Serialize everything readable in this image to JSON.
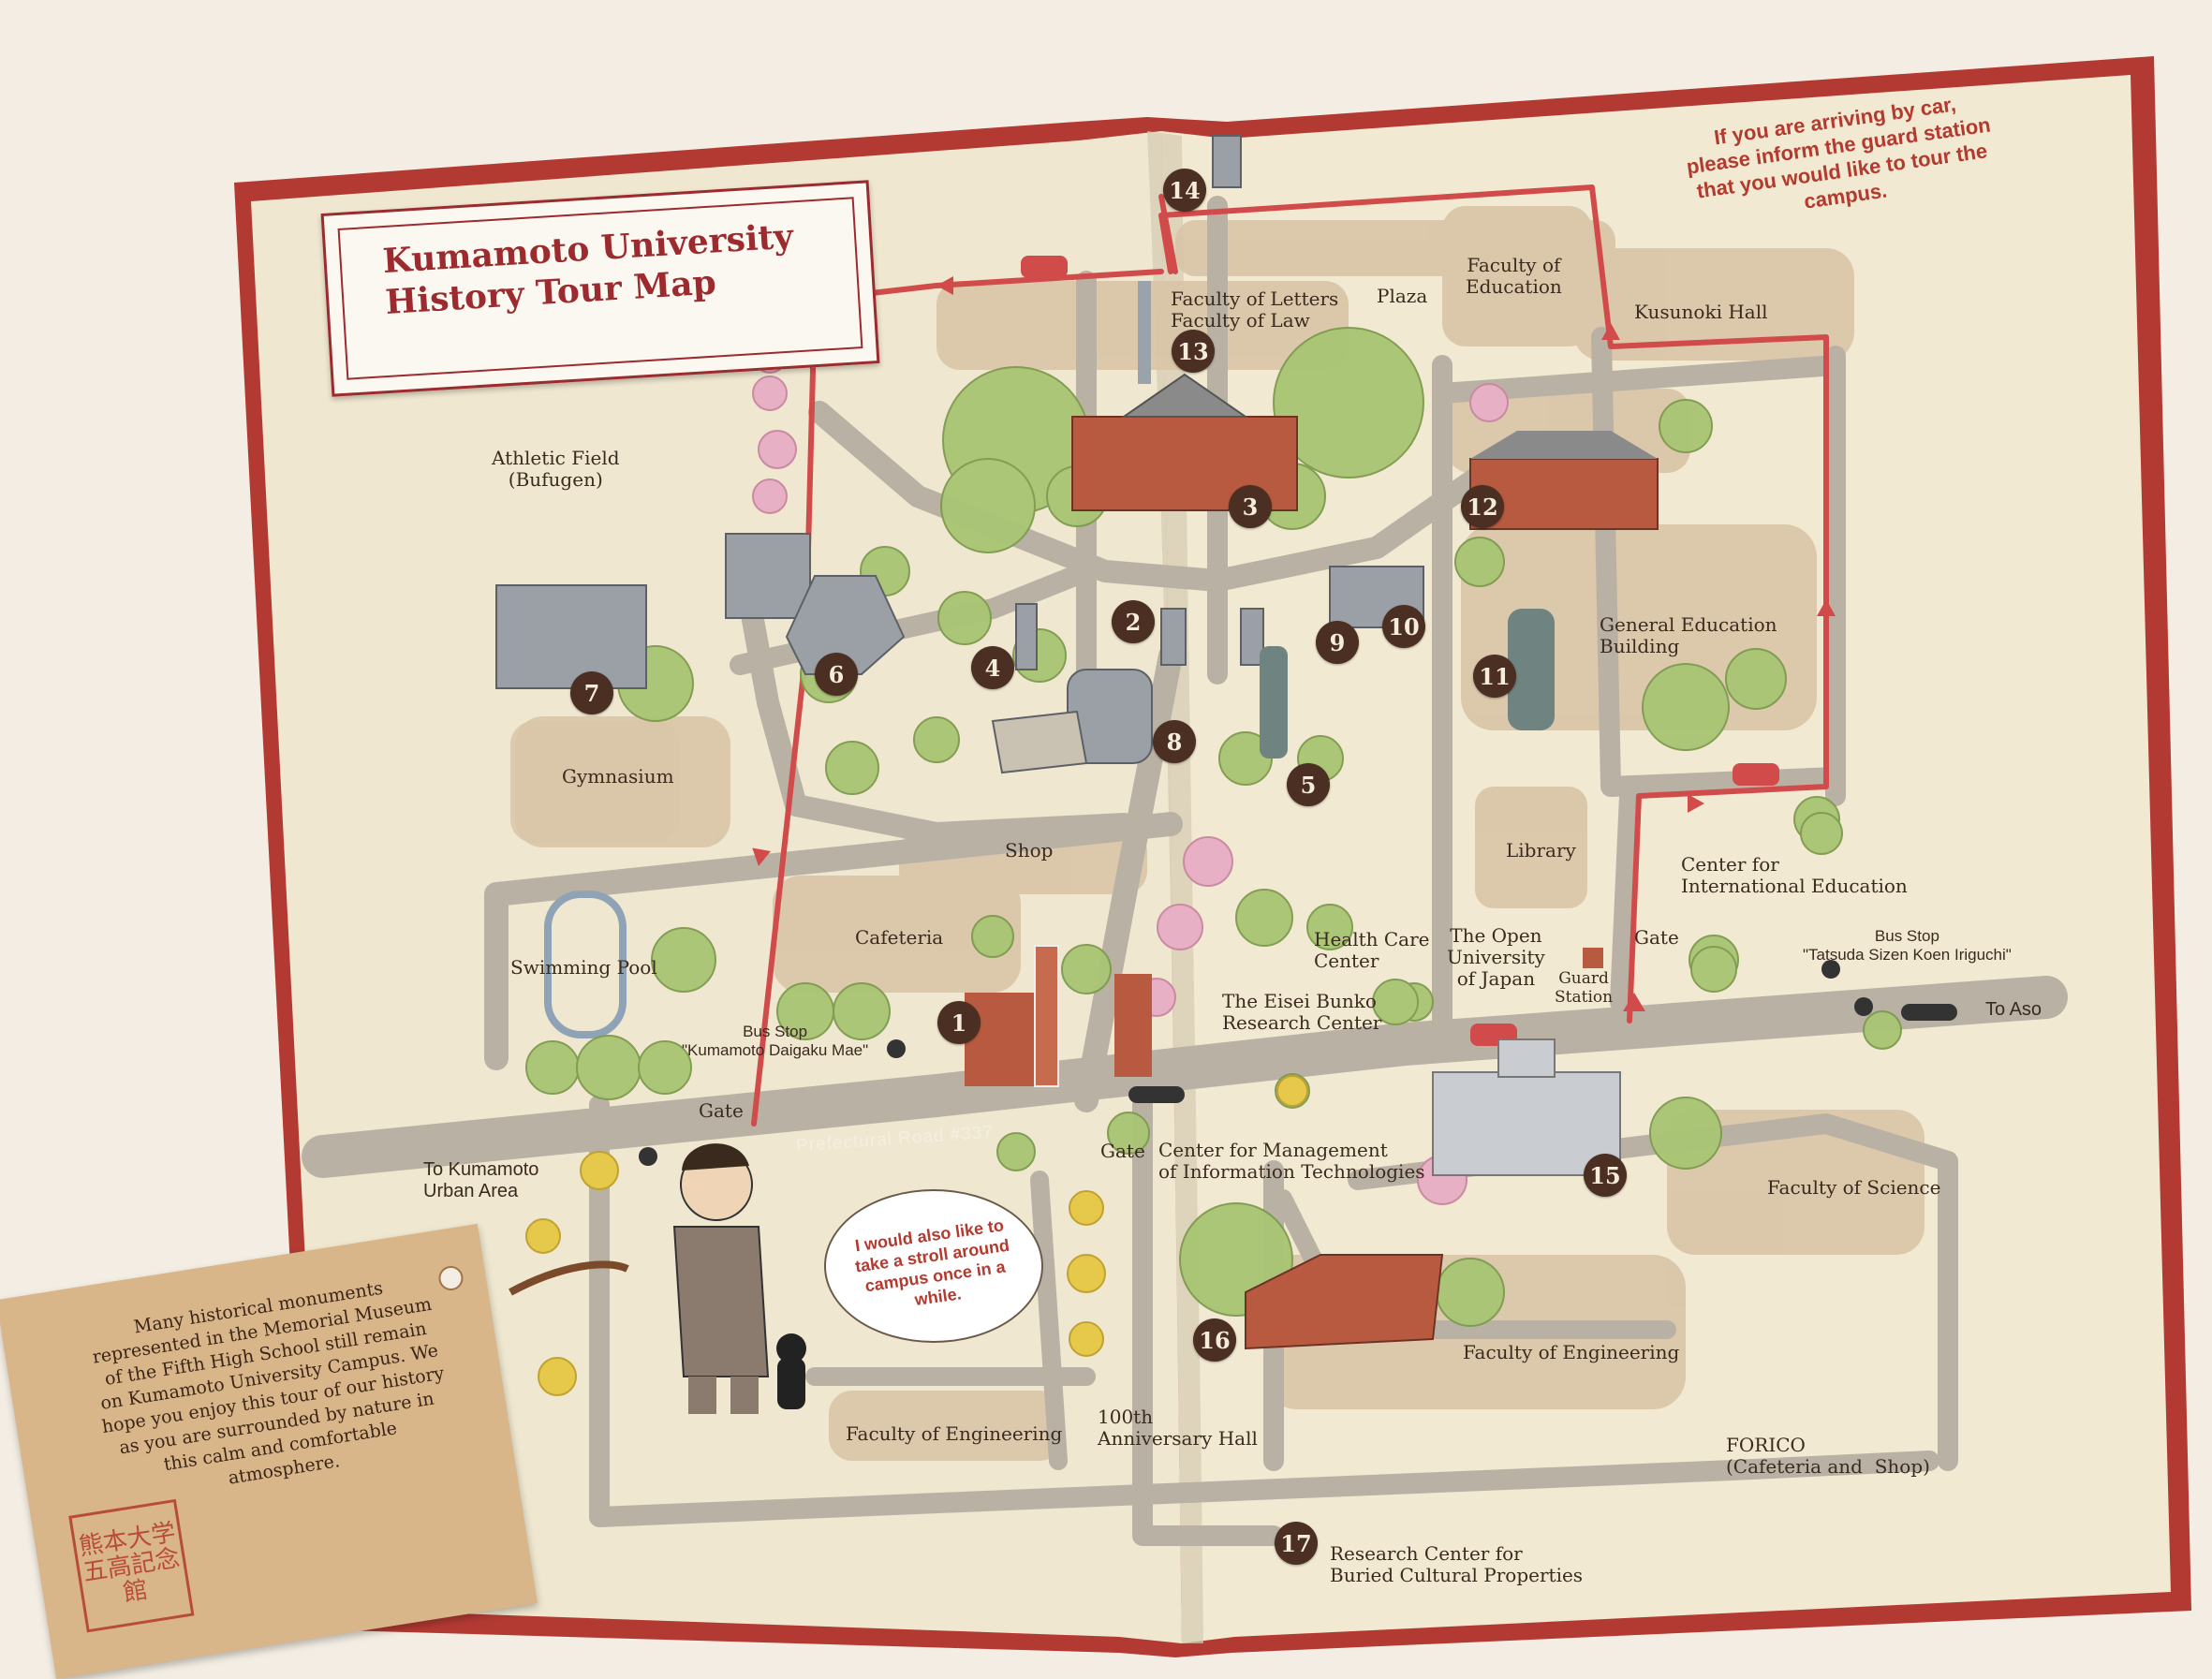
{
  "map": {
    "title_line1": "Kumamoto University",
    "title_line2": "History Tour Map",
    "car_note": "If you are arriving by car, please inform the guard station that you would like to tour the campus.",
    "info_tag": "Many historical monuments represented in the Memorial Museum of the Fifth High School still remain on Kumamoto University Campus. We hope you enjoy this tour of our history as you are surrounded by nature in this calm and comfortable atmosphere.",
    "seal_text": "熊本大学五高記念館",
    "speech_bubble": "I would also like to take a stroll around campus once in a while.",
    "colors": {
      "book_cover": "#b23a33",
      "page": "#efe7cf",
      "road": "#b9b2a4",
      "building_area": "#d9c5a7",
      "route": "#d24b4b",
      "marker": "#4a2f22",
      "accent_text": "#b33a2e"
    }
  },
  "labels": {
    "athletic_field": "Athletic Field\n(Bufugen)",
    "gymnasium": "Gymnasium",
    "swimming_pool": "Swimming Pool",
    "shop": "Shop",
    "cafeteria": "Cafeteria",
    "library": "Library",
    "faculty_letters_law": "Faculty of Letters\nFaculty of Law",
    "plaza": "Plaza",
    "faculty_education": "Faculty of\nEducation",
    "kusunoki_hall": "Kusunoki Hall",
    "general_education": "General Education\nBuilding",
    "center_international": "Center for\nInternational Education",
    "health_care": "Health Care\nCenter",
    "open_university": "The Open\nUniversity\nof Japan",
    "eisei_bunko": "The Eisei Bunko\nResearch Center",
    "guard_station": "Guard\nStation",
    "gate_east": "Gate",
    "gate_west": "Gate",
    "gate_south": "Gate",
    "bus_stop_east": "Bus Stop\n\"Tatsuda Sizen Koen Iriguchi\"",
    "bus_stop_west": "Bus Stop\n\"Kumamoto Daigaku Mae\"",
    "to_aso": "To Aso",
    "to_kumamoto": "To Kumamoto\nUrban Area",
    "prefectural_road": "Prefectural Road #337",
    "center_management": "Center for Management\nof Information Technologies",
    "faculty_science": "Faculty of Science",
    "faculty_engineering_east": "Faculty of Engineering",
    "faculty_engineering_west": "Faculty of Engineering",
    "hall_100th": "100th\nAnniversary Hall",
    "forico": "FORICO\n(Cafeteria and  Shop)",
    "research_buried": "Research Center for\nBuried Cultural Properties"
  },
  "markers": [
    "1",
    "2",
    "3",
    "4",
    "5",
    "6",
    "7",
    "8",
    "9",
    "10",
    "11",
    "12",
    "13",
    "14",
    "15",
    "16",
    "17"
  ]
}
